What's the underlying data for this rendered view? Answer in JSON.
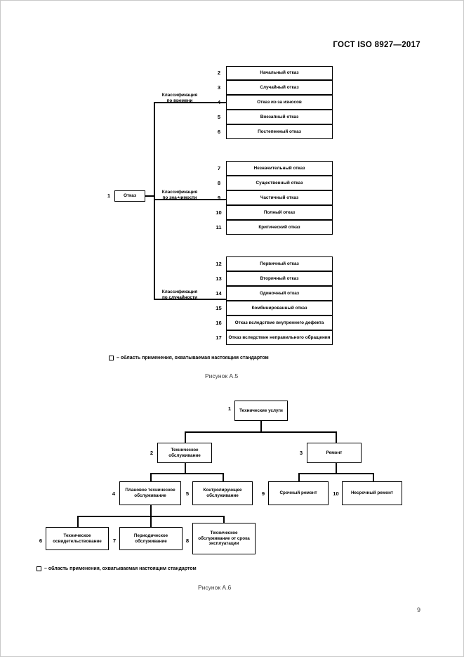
{
  "document": {
    "header": "ГОСТ ISO 8927—2017",
    "page_number": "9"
  },
  "figure_a5": {
    "caption": "Рисунок А.5",
    "legend": "– область применения, охватываемая настоящим стандартом",
    "legend_symbol": "square-outline-icon",
    "root": {
      "num": "1",
      "label": "Отказ"
    },
    "branches": [
      {
        "classifier": "Классификация\nпо времени",
        "classifier_line1": "Классификация",
        "classifier_line2": "по времени",
        "items": [
          {
            "num": "2",
            "label": "Начальный отказ"
          },
          {
            "num": "3",
            "label": "Случайный отказ"
          },
          {
            "num": "4",
            "label": "Отказ из-за износов"
          },
          {
            "num": "5",
            "label": "Внезапный отказ"
          },
          {
            "num": "6",
            "label": "Постепенный отказ"
          }
        ]
      },
      {
        "classifier_line1": "Классификация",
        "classifier_line2": "по зна-чимости",
        "items": [
          {
            "num": "7",
            "label": "Незначительный отказ"
          },
          {
            "num": "8",
            "label": "Существенный отказ"
          },
          {
            "num": "9",
            "label": "Частичный отказ"
          },
          {
            "num": "10",
            "label": "Полный отказ"
          },
          {
            "num": "11",
            "label": "Критический отказ"
          }
        ]
      },
      {
        "classifier_line1": "Классификация",
        "classifier_line2": "по случайности",
        "items": [
          {
            "num": "12",
            "label": "Первичный отказ"
          },
          {
            "num": "13",
            "label": "Вторичный отказ"
          },
          {
            "num": "14",
            "label": "Одиночный отказ"
          },
          {
            "num": "15",
            "label": "Комбинированный отказ"
          },
          {
            "num": "16",
            "label": "Отказ вследствие внутреннего дефекта"
          },
          {
            "num": "17",
            "label": "Отказ вследствие неправильного обращения"
          }
        ]
      }
    ]
  },
  "figure_a6": {
    "caption": "Рисунок А.6",
    "legend": "– область применения, охватываемая настоящим стандартом",
    "legend_symbol": "square-outline-icon",
    "nodes": [
      {
        "num": "1",
        "label": "Технические услуги"
      },
      {
        "num": "2",
        "label": "Техническое обслуживание"
      },
      {
        "num": "3",
        "label": "Ремонт"
      },
      {
        "num": "4",
        "label": "Плановое техническое обслуживание"
      },
      {
        "num": "5",
        "label": "Контролирующее обслуживание"
      },
      {
        "num": "6",
        "label": "Техническое освидетельствование"
      },
      {
        "num": "7",
        "label": "Периодическое обслуживание"
      },
      {
        "num": "8",
        "label": "Техническое обслуживание от срока эксплуатации"
      },
      {
        "num": "9",
        "label": "Срочный ремонт"
      },
      {
        "num": "10",
        "label": "Несрочный ремонт"
      }
    ]
  }
}
